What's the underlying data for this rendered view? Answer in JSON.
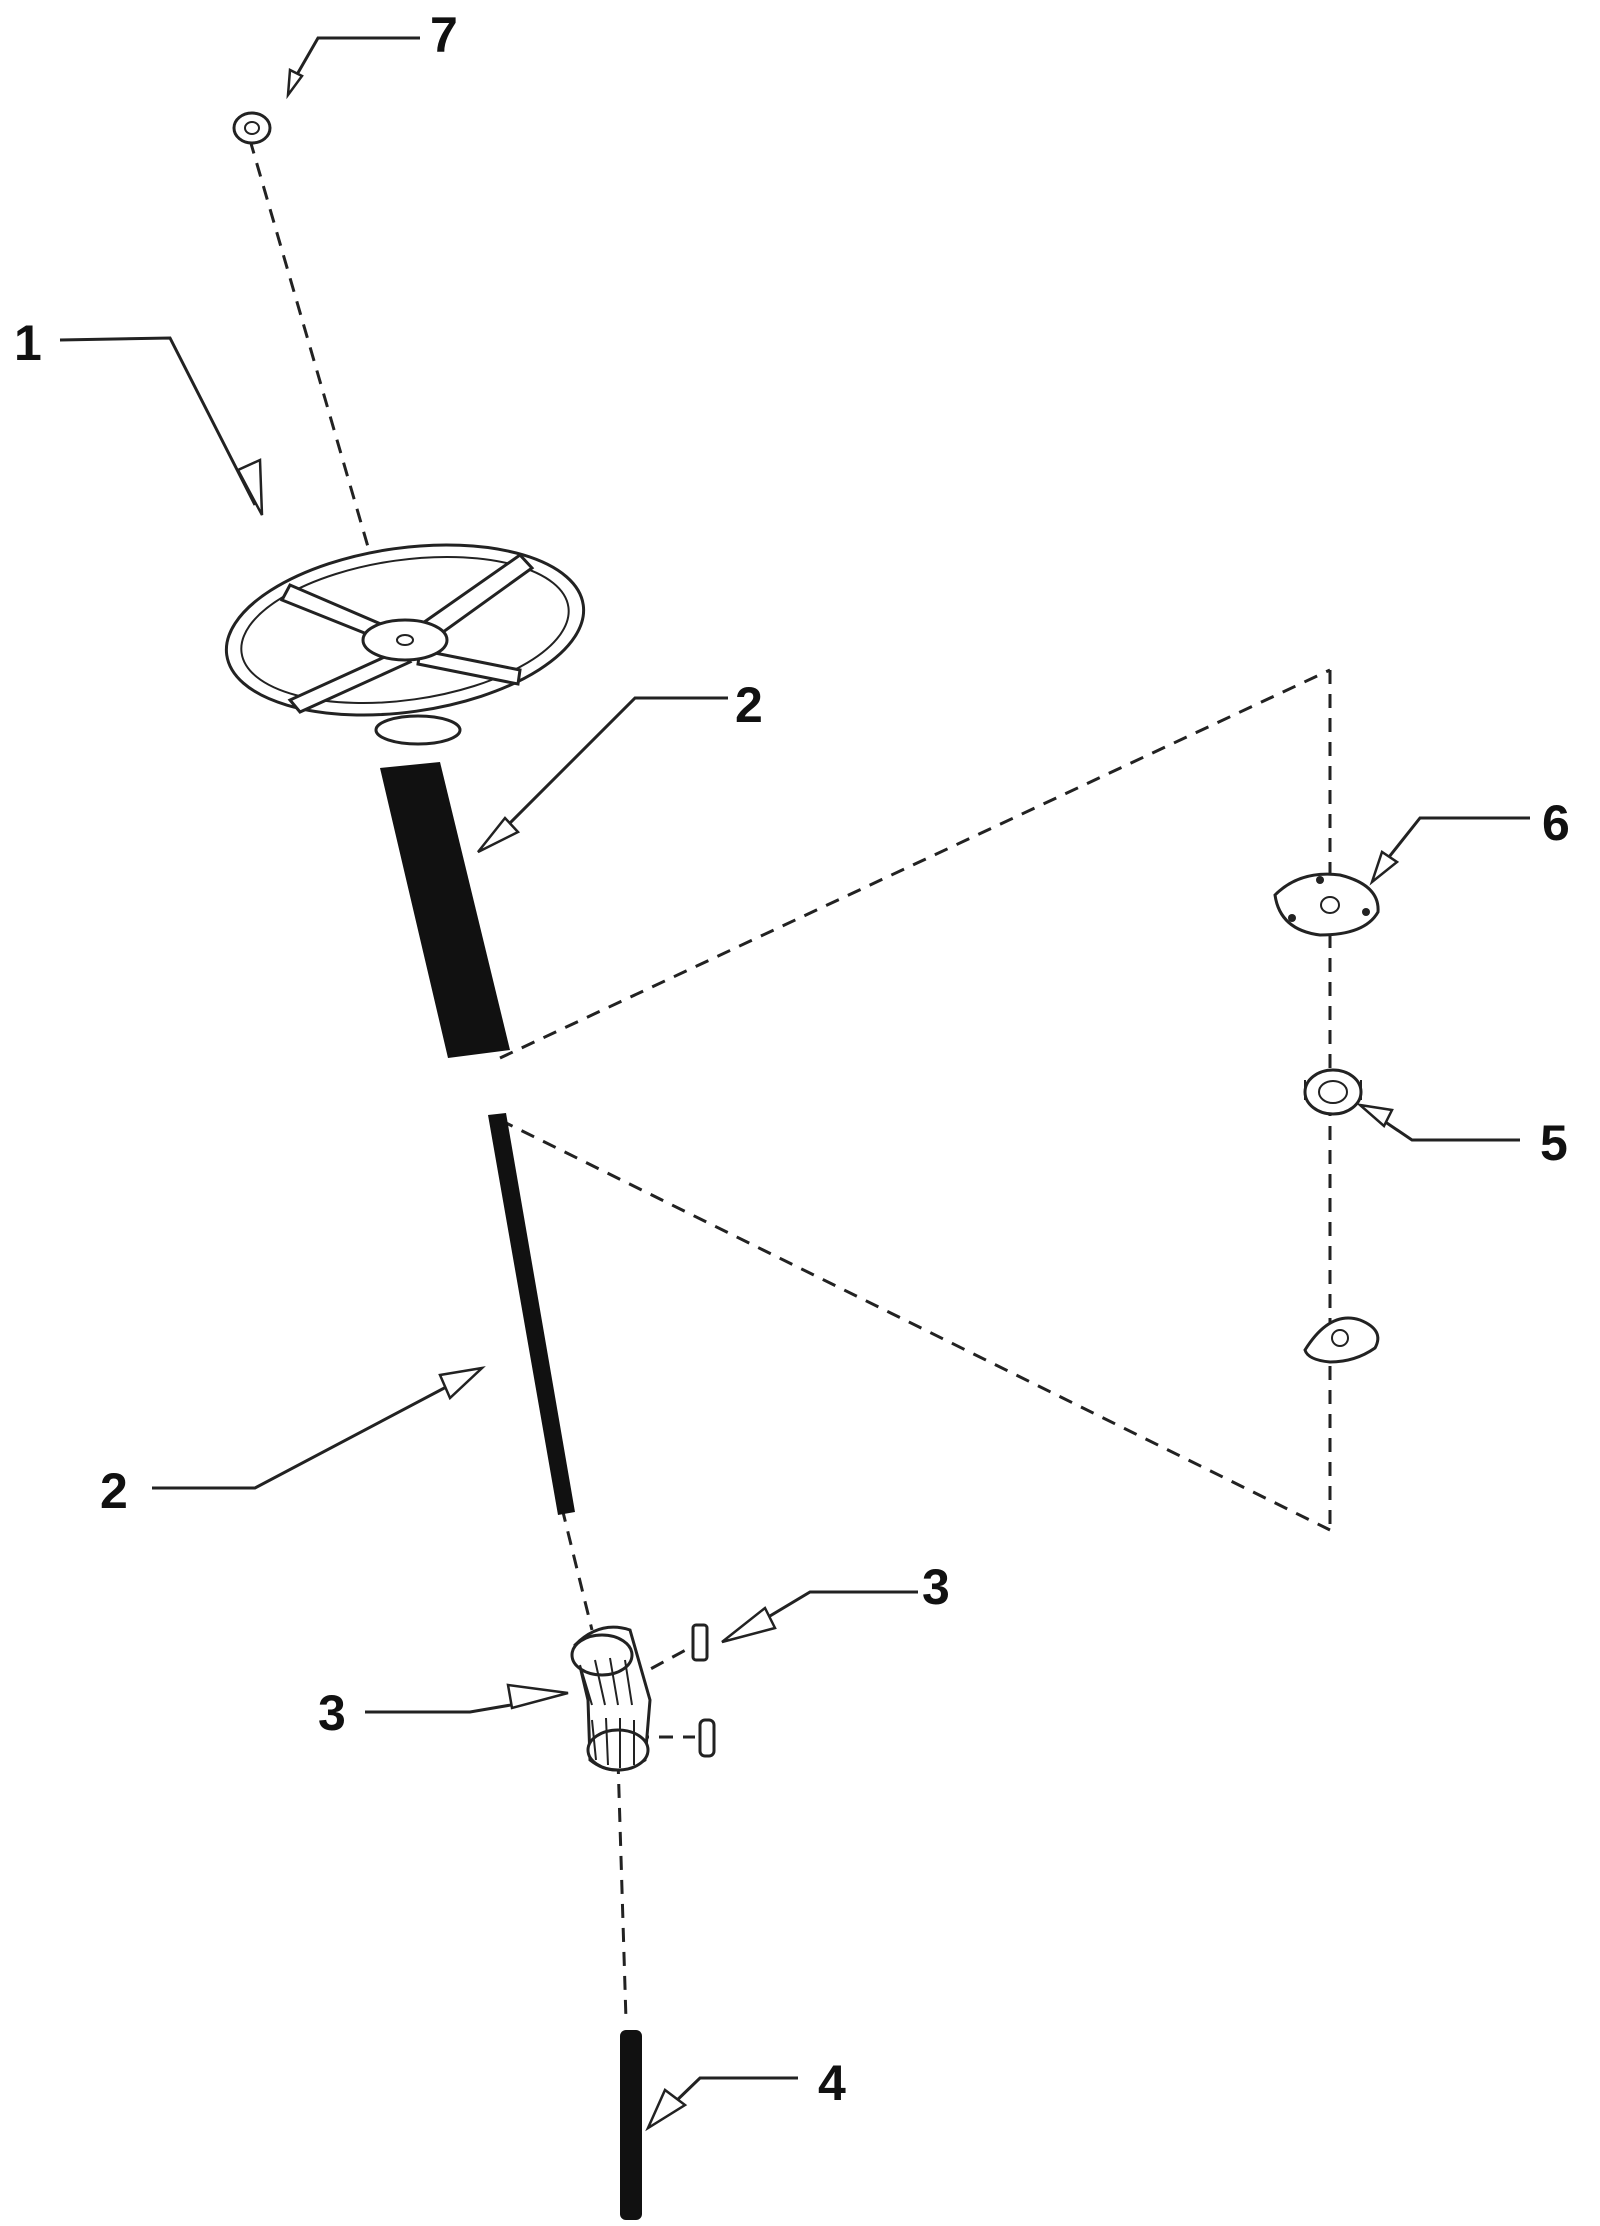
{
  "figure": {
    "labels": [
      {
        "id": "part-7",
        "text": "7"
      },
      {
        "id": "part-1",
        "text": "1"
      },
      {
        "id": "part-2-upper",
        "text": "2"
      },
      {
        "id": "part-6",
        "text": "6"
      },
      {
        "id": "part-5",
        "text": "5"
      },
      {
        "id": "part-2-lower",
        "text": "2"
      },
      {
        "id": "part-3-right",
        "text": "3"
      },
      {
        "id": "part-3-left",
        "text": "3"
      },
      {
        "id": "part-4",
        "text": "4"
      }
    ]
  }
}
